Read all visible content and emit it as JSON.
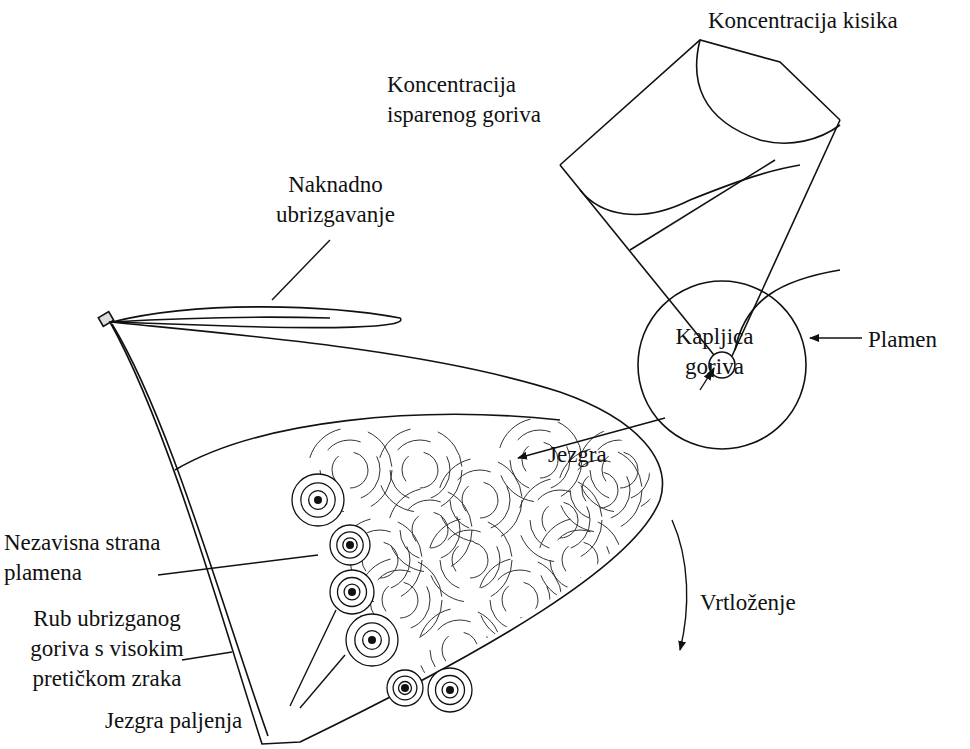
{
  "diagram": {
    "labels": [
      "Koncentracija kisika",
      "Koncentracija isparenog goriva",
      "Naknadno ubrizgavanje",
      "Kapljica goriva",
      "Plamen",
      "Jezgra",
      "Nezavisna strana plamena",
      "Rub ubrizganog goriva s visokim pretičkom zraka",
      "Vrtloženje",
      "Jezgra paljenja"
    ]
  }
}
